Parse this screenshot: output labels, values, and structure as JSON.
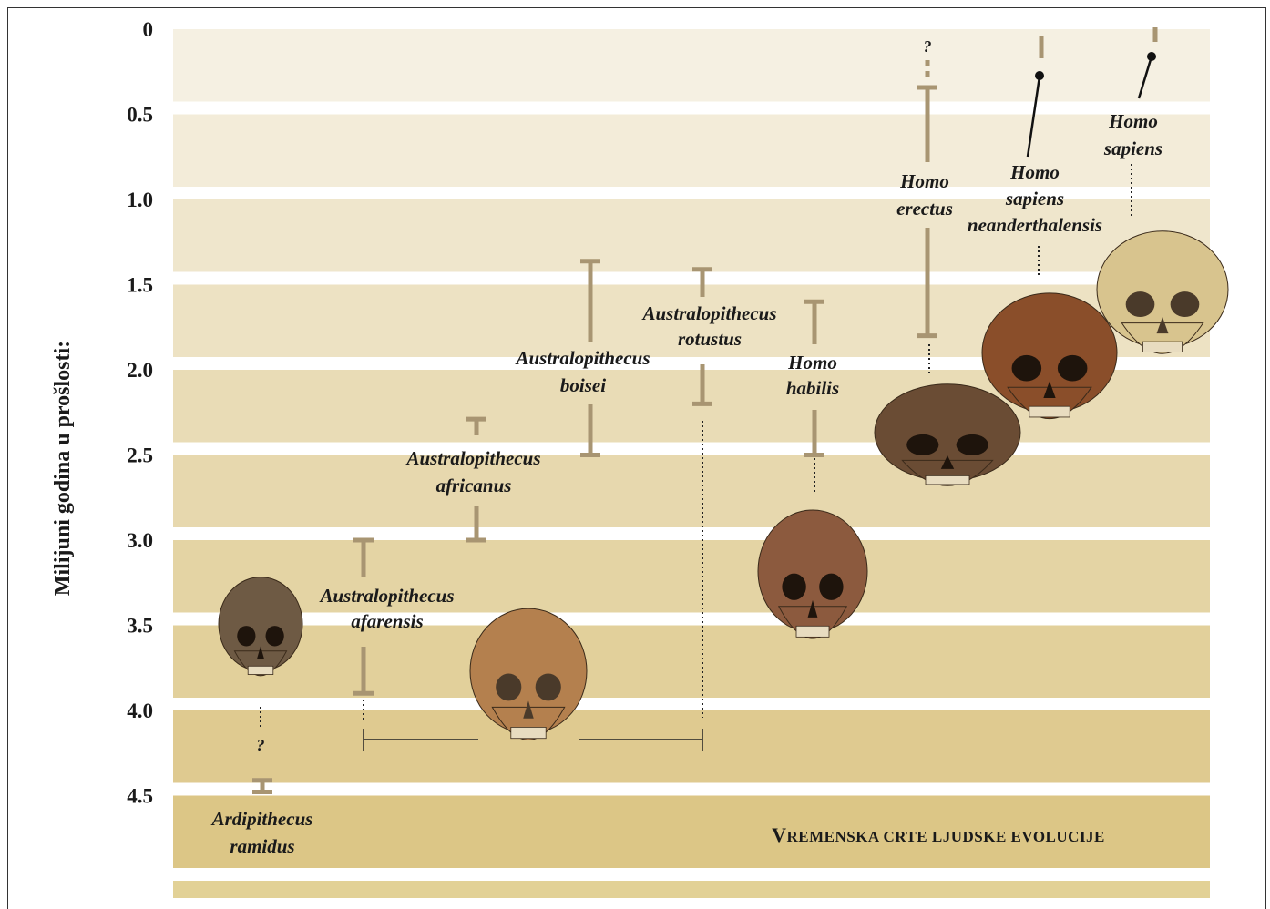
{
  "title": "Vremenska crte ljudske evolucije",
  "title_parts": [
    {
      "text": "V",
      "size": "big"
    },
    {
      "text": "REMENSKA CRTE LJUDSKE EVOLUCIJE",
      "size": "small"
    }
  ],
  "y_axis_label": "Milijuni godina u prošlosti:",
  "y_ticks": [
    "0",
    "0.5",
    "1.0",
    "1.5",
    "2.0",
    "2.5",
    "3.0",
    "3.5",
    "4.0",
    "4.5"
  ],
  "band_colors": [
    "#f5f0e2",
    "#f3ecd9",
    "#efe6cc",
    "#ede2c3",
    "#e9dcb6",
    "#e7d8ae",
    "#e4d4a4",
    "#e2d09b",
    "#dfca90",
    "#dcc686"
  ],
  "range_color": "#a89572",
  "species": [
    {
      "id": "ardipithecus-ramidus",
      "lines": [
        "Ardipithecus",
        "ramidus"
      ],
      "start_mya": 4.4,
      "end_mya": 4.5,
      "uncertain": true,
      "uncertain_mark": "?",
      "skull_color": "#6e5a44"
    },
    {
      "id": "australopithecus-afarensis",
      "lines": [
        "Australopithecus",
        "afarensis"
      ],
      "start_mya": 3.0,
      "end_mya": 3.9,
      "skull_color": "#b4804e"
    },
    {
      "id": "australopithecus-africanus",
      "lines": [
        "Australopithecus",
        "africanus"
      ],
      "start_mya": 2.3,
      "end_mya": 3.0
    },
    {
      "id": "australopithecus-boisei",
      "lines": [
        "Australopithecus",
        "boisei"
      ],
      "start_mya": 1.4,
      "end_mya": 2.5
    },
    {
      "id": "australopithecus-rotustus",
      "lines": [
        "Australopithecus",
        "rotustus"
      ],
      "start_mya": 1.4,
      "end_mya": 2.2
    },
    {
      "id": "homo-habilis",
      "lines": [
        "Homo",
        "habilis"
      ],
      "start_mya": 1.6,
      "end_mya": 2.5,
      "skull_color": "#8c5a3e"
    },
    {
      "id": "homo-erectus",
      "lines": [
        "Homo",
        "erectus"
      ],
      "start_mya": 0.1,
      "end_mya": 1.8,
      "uncertain": true,
      "uncertain_mark": "?",
      "skull_color": "#6a4c34"
    },
    {
      "id": "homo-sapiens-neanderthalensis",
      "lines": [
        "Homo",
        "sapiens",
        "neanderthalensis"
      ],
      "start_mya": 0.0,
      "end_mya": 0.3,
      "skull_color": "#8a4e2a"
    },
    {
      "id": "homo-sapiens",
      "lines": [
        "Homo",
        "sapiens"
      ],
      "start_mya": 0.0,
      "end_mya": 0.2,
      "skull_color": "#d8c48e"
    }
  ]
}
